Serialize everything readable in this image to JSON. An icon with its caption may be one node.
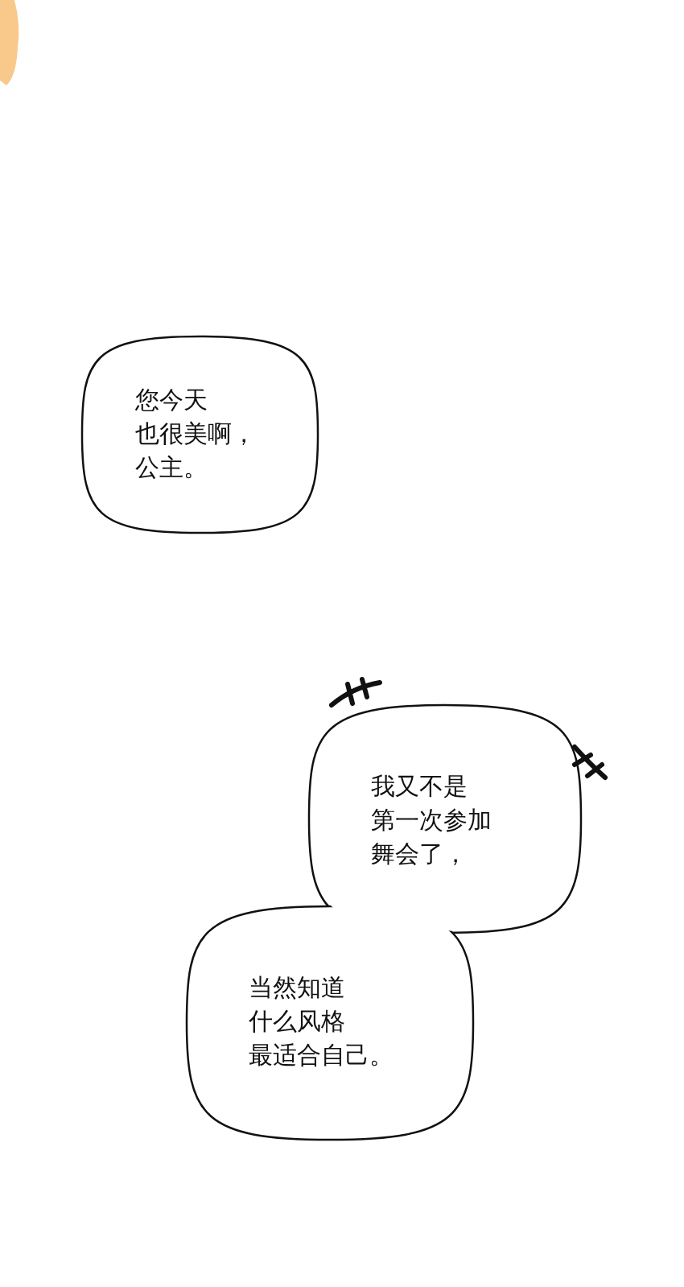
{
  "diagram": {
    "nodes": [
      {
        "text": [
          "您今天也很美啊，公主。"
        ]
      },
      {
        "text": [
          "我又不是第一次参加舞会了，"
        ]
      },
      {
        "text": [
          "当然知道什么风格最适合自己。"
        ]
      }
    ]
  }
}
